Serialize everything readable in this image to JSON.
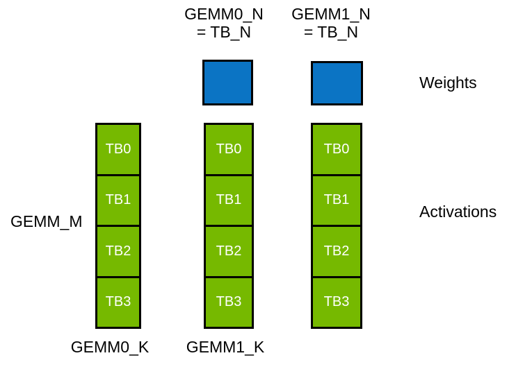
{
  "diagram": {
    "title_labels": [
      {
        "line1": "GEMM0_N",
        "line2": "= TB_N"
      },
      {
        "line1": "GEMM1_N",
        "line2": "= TB_N"
      }
    ],
    "side_labels": {
      "left": "GEMM_M",
      "weights": "Weights",
      "activations": "Activations"
    },
    "bottom_labels": [
      "GEMM0_K",
      "GEMM1_K"
    ],
    "weights_block_count": 2,
    "columns": [
      {
        "cells": [
          "TB0",
          "TB1",
          "TB2",
          "TB3"
        ]
      },
      {
        "cells": [
          "TB0",
          "TB1",
          "TB2",
          "TB3"
        ]
      },
      {
        "cells": [
          "TB0",
          "TB1",
          "TB2",
          "TB3"
        ]
      }
    ],
    "colors": {
      "weights_fill": "#0B74C4",
      "activations_fill": "#76B900",
      "outline": "#000000",
      "tb_text": "#FFFFFF",
      "label_text": "#000000",
      "background": "#FFFFFF"
    }
  }
}
